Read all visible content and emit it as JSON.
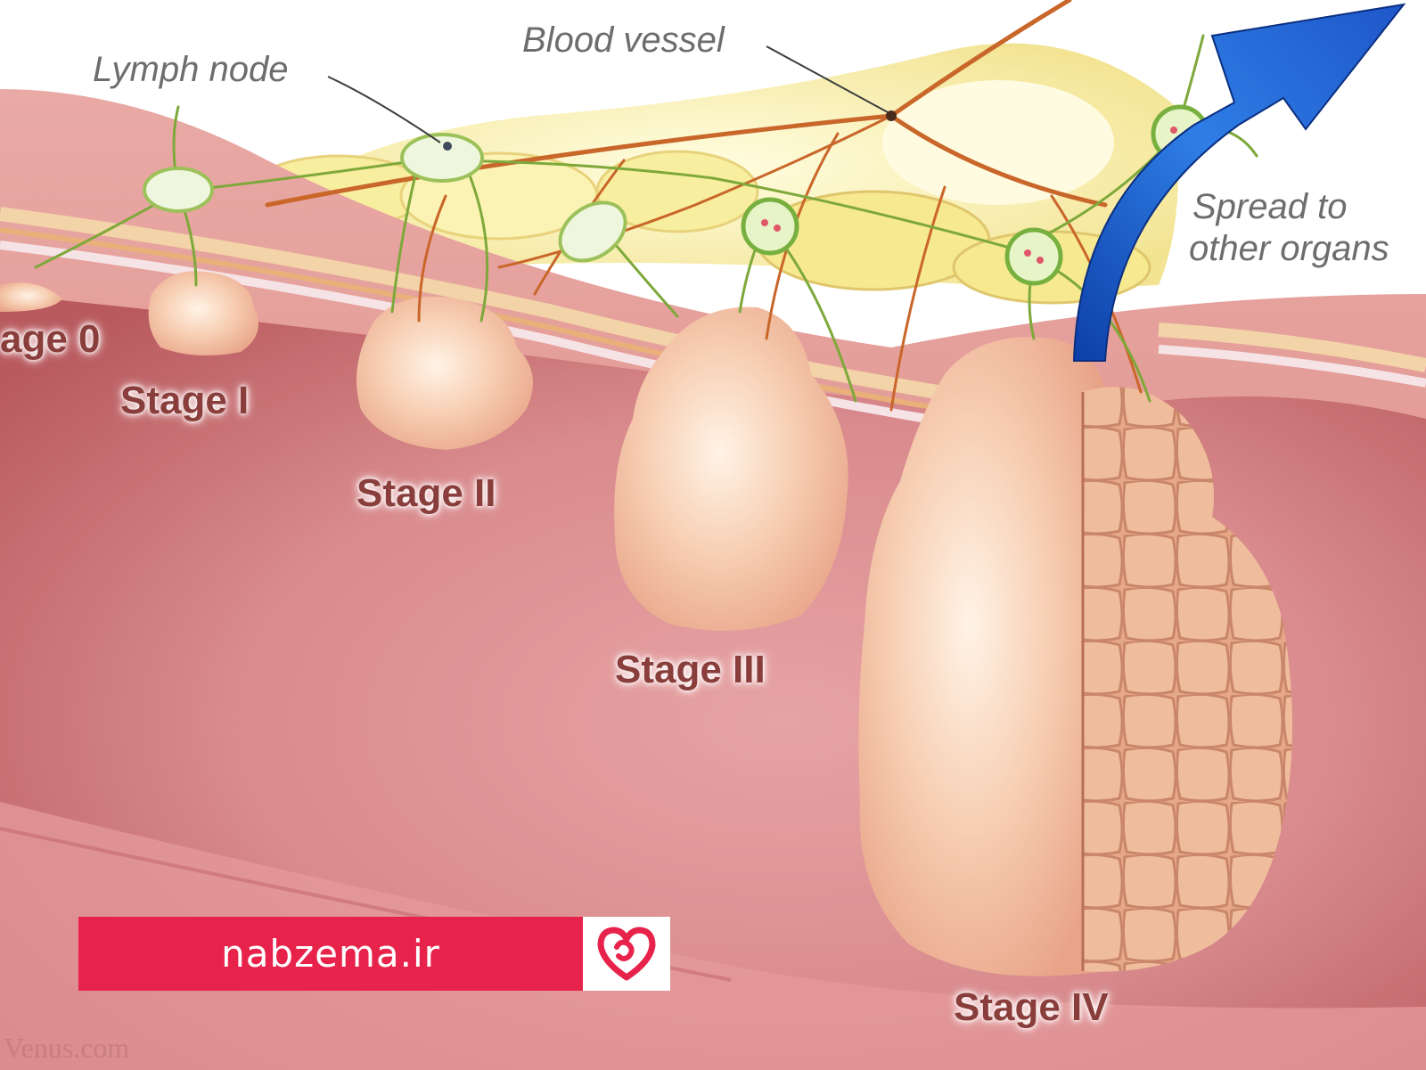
{
  "labels": {
    "lymph_node": "Lymph node",
    "blood_vessel": "Blood vessel",
    "spread_line1": "Spread to",
    "spread_line2": "other organs",
    "stage_0": "age 0",
    "stage_1": "Stage I",
    "stage_2": "Stage II",
    "stage_3": "Stage III",
    "stage_4": "Stage IV"
  },
  "brand": {
    "url": "nabzema.ir",
    "watermark": "Venus.com"
  },
  "colors": {
    "tissue": "#e8a3a0",
    "lumen": "#c96e70",
    "tumor": "#f6c8ae",
    "fat": "#f6eca2",
    "lymph_vessel": "#7ea83a",
    "blood_vessel": "#c9662a",
    "arrow": "#1f5fcf",
    "brand": "#e8234b"
  }
}
